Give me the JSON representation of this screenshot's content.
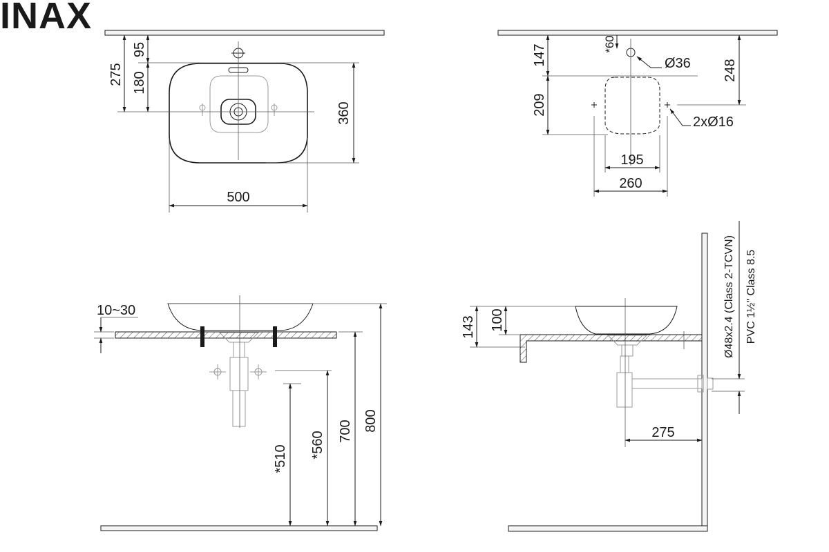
{
  "brand": {
    "logo_text": "INAX"
  },
  "top_view": {
    "dim_95": "95",
    "dim_275": "275",
    "dim_180": "180",
    "dim_360": "360",
    "dim_500": "500"
  },
  "wall_view": {
    "dim_60": "*60",
    "dim_147": "147",
    "dim_209": "209",
    "dim_248": "248",
    "dim_d36": "Ø36",
    "dim_2xd16": "2xØ16",
    "dim_195": "195",
    "dim_260": "260"
  },
  "front_view": {
    "dim_10_30": "10~30",
    "dim_510": "*510",
    "dim_560": "*560",
    "dim_700": "700",
    "dim_800": "800"
  },
  "side_view": {
    "dim_143": "143",
    "dim_100": "100",
    "dim_275": "275",
    "pipe_spec_1": "Ø48x2.4 (Class 2-TCVN)",
    "pipe_spec_2": "PVC 1½\" Class 8.5"
  }
}
